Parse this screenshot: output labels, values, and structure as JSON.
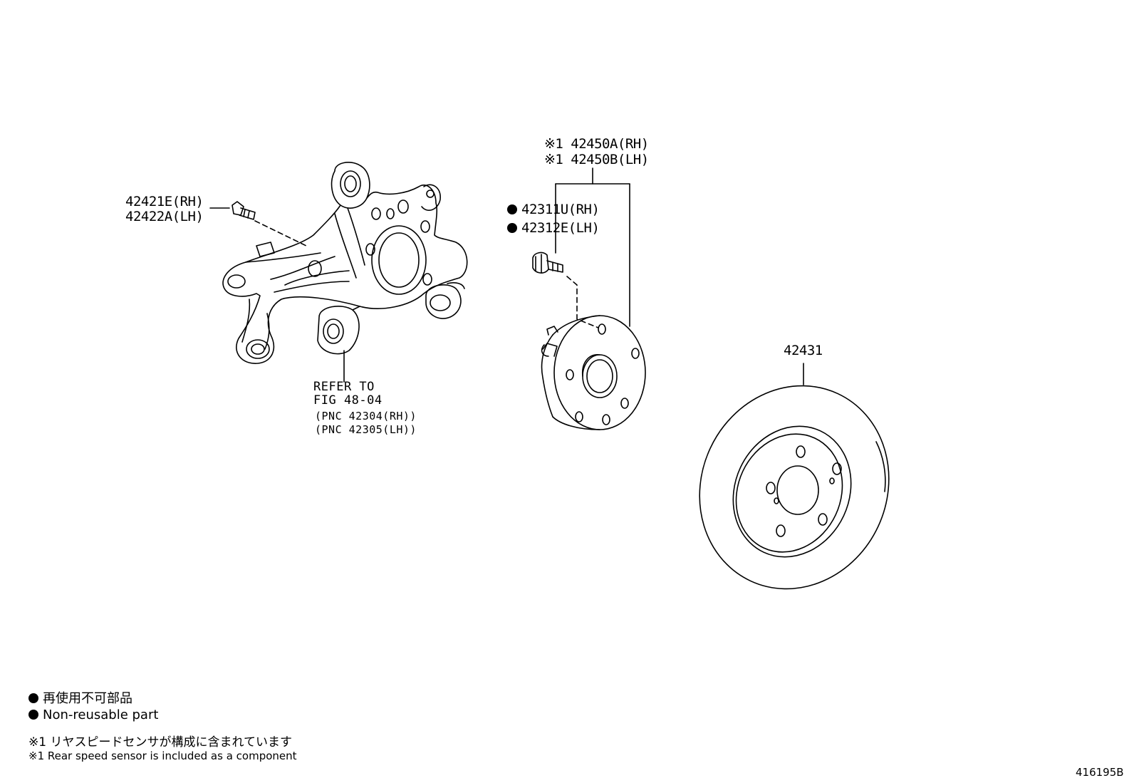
{
  "labels": {
    "part_42421e": "42421E(RH)",
    "part_42422a": "42422A(LH)",
    "part_42450a": "※1 42450A(RH)",
    "part_42450b": "※1 42450B(LH)",
    "part_42311u": "42311U(RH)",
    "part_42312e": "42312E(LH)",
    "part_42431": "42431",
    "refer_line1": "REFER TO",
    "refer_line2": "FIG 48-04",
    "pnc_rh": "(PNC 42304(RH))",
    "pnc_lh": "(PNC 42305(LH))"
  },
  "legend": {
    "nonreusable_jp": "再使用不可部品",
    "nonreusable_en": "Non-reusable part",
    "note1_jp": "※1 リヤスピードセンサが構成に含まれています",
    "note1_en": "※1 Rear speed sensor is included as a component"
  },
  "figure_id": "416195B"
}
